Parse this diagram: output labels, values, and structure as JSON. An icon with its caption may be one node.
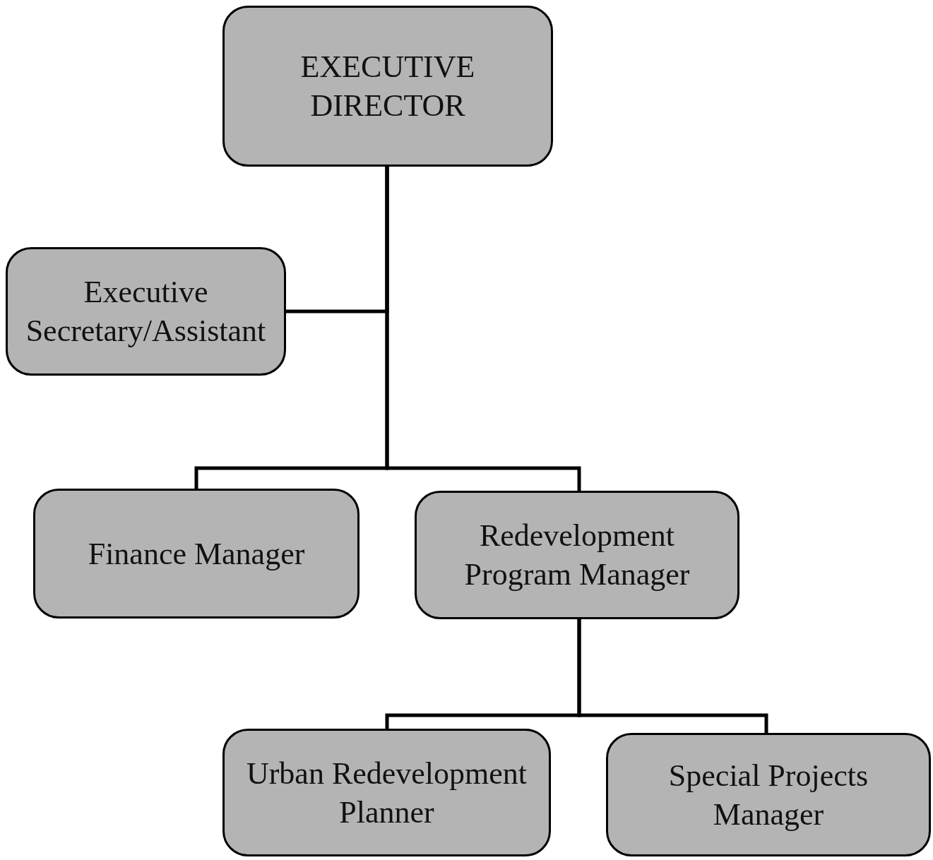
{
  "diagram": {
    "nodes": [
      {
        "text": [
          "EXECUTIVE DIRECTOR"
        ]
      },
      {
        "text": [
          "Executive Secretary/Assistant"
        ]
      },
      {
        "text": [
          "Finance Manager"
        ]
      },
      {
        "text": [
          "Redevelopment Program Manager"
        ]
      },
      {
        "text": [
          "Urban Redevelopment Planner"
        ]
      },
      {
        "text": [
          "Special Projects Manager"
        ]
      }
    ],
    "edges": [
      {
        "from": 0,
        "to": 1,
        "arrow": "none"
      },
      {
        "from": 0,
        "to": 2,
        "arrow": "none"
      },
      {
        "from": 0,
        "to": 3,
        "arrow": "none"
      },
      {
        "from": 3,
        "to": 4,
        "arrow": "none"
      },
      {
        "from": 3,
        "to": 5,
        "arrow": "none"
      }
    ]
  }
}
